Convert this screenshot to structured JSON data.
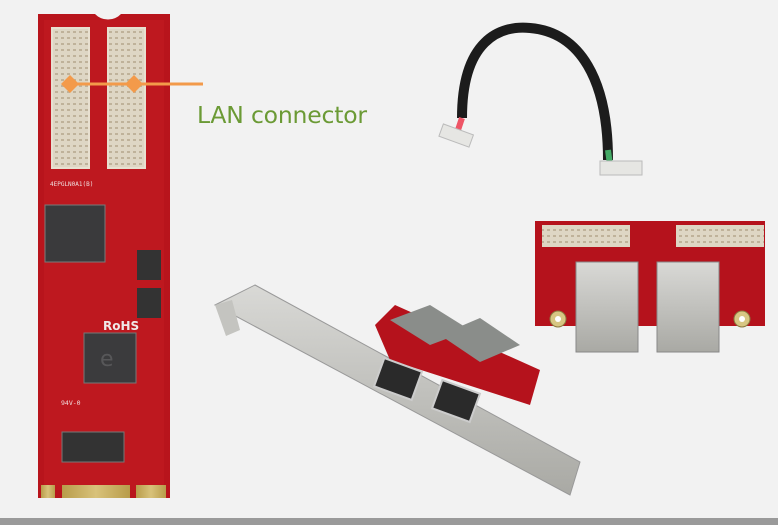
{
  "annotation": {
    "label": "LAN connector",
    "label_color": "#6b9a35",
    "pointer_color": "#f39a4a"
  },
  "products": [
    {
      "name": "m2-lan-module-board",
      "silk_text": [
        "4EPGLN0A1(B)",
        "RoHS",
        "94V-0"
      ]
    },
    {
      "name": "lan-cable"
    },
    {
      "name": "rj45-daughter-board"
    },
    {
      "name": "pci-bracket-dual-rj45"
    }
  ],
  "colors": {
    "pcb_red": "#b8141c",
    "background": "#f2f2f2",
    "footer_bar": "#9a9a9a"
  }
}
